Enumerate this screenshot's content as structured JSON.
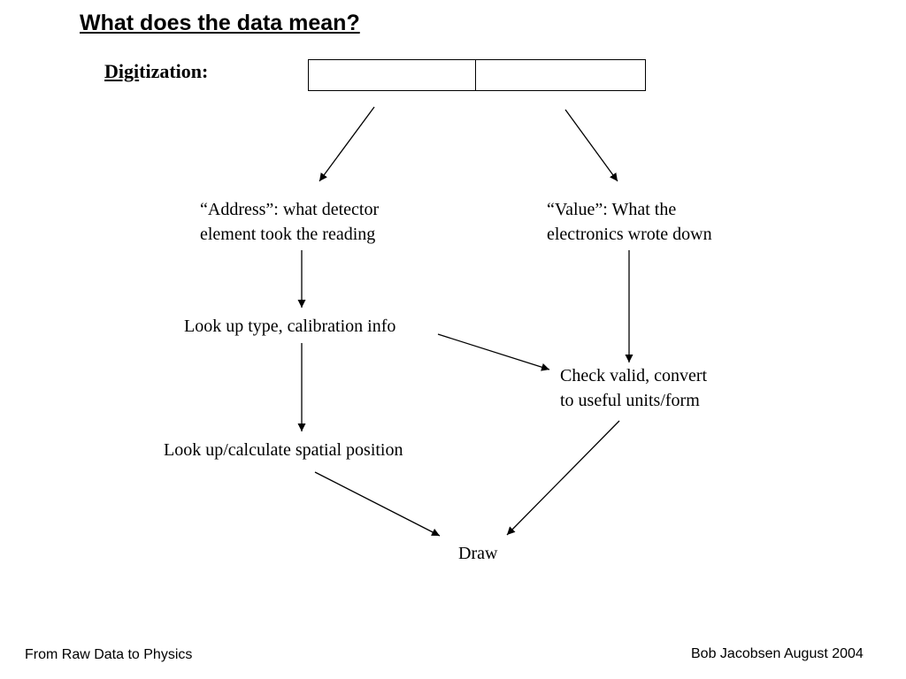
{
  "slide": {
    "title": "What does the data mean?",
    "subheading": {
      "underlined": "Digi",
      "rest": "tization:"
    }
  },
  "diagram": {
    "address": {
      "line1": "“Address”: what detector",
      "line2": "element took the reading"
    },
    "value": {
      "line1": "“Value”: What the",
      "line2": "electronics wrote down"
    },
    "lookup_type": "Look up type, calibration info",
    "check_valid": {
      "line1": "Check valid, convert",
      "line2": "to useful units/form"
    },
    "lookup_position": "Look up/calculate spatial position",
    "draw": "Draw"
  },
  "footer": {
    "left": "From Raw Data to Physics",
    "right": "Bob Jacobsen August 2004"
  }
}
